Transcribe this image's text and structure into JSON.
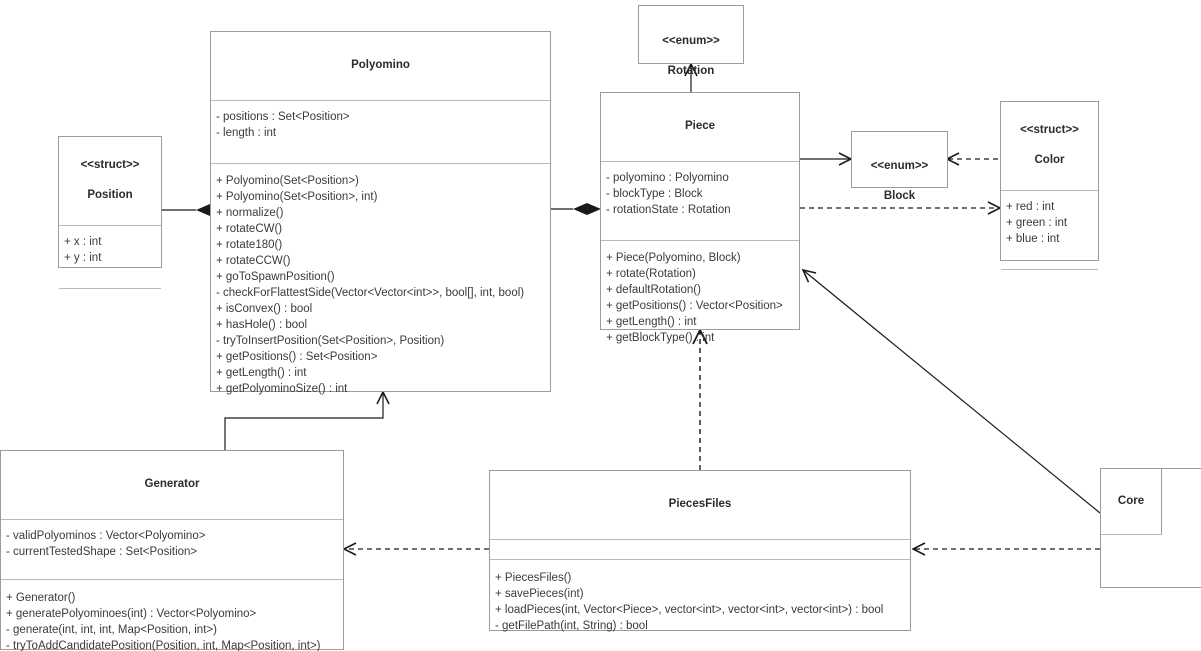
{
  "diagram": {
    "kind": "uml-class-diagram",
    "background": "#ffffff",
    "border_color": "#9c9c9c",
    "line_color": "#1a1a1a",
    "text_color": "#3a3a3a"
  },
  "classes": {
    "position": {
      "stereotype": "<<struct>>",
      "name": "Position",
      "attributes": [
        "+ x : int",
        "+ y : int"
      ],
      "methods": []
    },
    "polyomino": {
      "stereotype": "",
      "name": "Polyomino",
      "attributes": [
        "- positions : Set<Position>",
        "- length : int"
      ],
      "methods": [
        "+ Polyomino(Set<Position>)",
        "+ Polyomino(Set<Position>, int)",
        "+ normalize()",
        "+ rotateCW()",
        "+ rotate180()",
        "+ rotateCCW()",
        "+ goToSpawnPosition()",
        "- checkForFlattestSide(Vector<Vector<int>>, bool[], int, bool)",
        "+ isConvex() : bool",
        "+ hasHole() : bool",
        "- tryToInsertPosition(Set<Position>, Position)",
        "+ getPositions() : Set<Position>",
        "+ getLength() : int",
        "+ getPolyominoSize() : int"
      ]
    },
    "rotation": {
      "stereotype": "<<enum>>",
      "name": "Rotation",
      "attributes": [],
      "methods": []
    },
    "piece": {
      "stereotype": "",
      "name": "Piece",
      "attributes": [
        "- polyomino : Polyomino",
        "- blockType : Block",
        "- rotationState : Rotation"
      ],
      "methods": [
        "+ Piece(Polyomino, Block)",
        "+ rotate(Rotation)",
        "+ defaultRotation()",
        "+ getPositions() : Vector<Position>",
        "+ getLength() : int",
        "+ getBlockType() : int"
      ]
    },
    "block": {
      "stereotype": "<<enum>>",
      "name": "Block",
      "attributes": [],
      "methods": []
    },
    "color": {
      "stereotype": "<<struct>>",
      "name": "Color",
      "attributes": [
        "+ red : int",
        "+ green : int",
        "+ blue : int"
      ],
      "methods": []
    },
    "generator": {
      "stereotype": "",
      "name": "Generator",
      "attributes": [
        "- validPolyominos : Vector<Polyomino>",
        "- currentTestedShape : Set<Position>"
      ],
      "methods": [
        "+ Generator()",
        "+ generatePolyominoes(int) : Vector<Polyomino>",
        "- generate(int, int, int, Map<Position, int>)",
        "- tryToAddCandidatePosition(Position, int, Map<Position, int>)"
      ]
    },
    "piecesfiles": {
      "stereotype": "",
      "name": "PiecesFiles",
      "attributes": [],
      "methods": [
        "+ PiecesFiles()",
        "+ savePieces(int)",
        "+ loadPieces(int, Vector<Piece>, vector<int>, vector<int>, vector<int>) : bool",
        "- getFilePath(int, String) : bool"
      ]
    },
    "core": {
      "stereotype": "",
      "name": "Core",
      "attributes": [],
      "methods": []
    }
  },
  "relationships": [
    {
      "name": "position-composed-in-polyomino",
      "from": "Position",
      "to": "Polyomino",
      "type": "composition"
    },
    {
      "name": "polyomino-composed-in-piece",
      "from": "Polyomino",
      "to": "Piece",
      "type": "composition"
    },
    {
      "name": "piece-uses-rotation",
      "from": "Piece",
      "to": "Rotation",
      "type": "association"
    },
    {
      "name": "piece-uses-block",
      "from": "Piece",
      "to": "Block",
      "type": "association"
    },
    {
      "name": "piece-depends-color",
      "from": "Piece",
      "to": "Color",
      "type": "dependency"
    },
    {
      "name": "color-depends-block",
      "from": "Color",
      "to": "Block",
      "type": "dependency"
    },
    {
      "name": "generator-uses-polyomino",
      "from": "Generator",
      "to": "Polyomino",
      "type": "association"
    },
    {
      "name": "piecesfiles-depends-piece",
      "from": "PiecesFiles",
      "to": "Piece",
      "type": "dependency"
    },
    {
      "name": "piecesfiles-depends-generator",
      "from": "PiecesFiles",
      "to": "Generator",
      "type": "dependency"
    },
    {
      "name": "core-depends-piecesfiles",
      "from": "Core",
      "to": "PiecesFiles",
      "type": "dependency"
    },
    {
      "name": "core-uses-piece",
      "from": "Core",
      "to": "Piece",
      "type": "association"
    }
  ]
}
